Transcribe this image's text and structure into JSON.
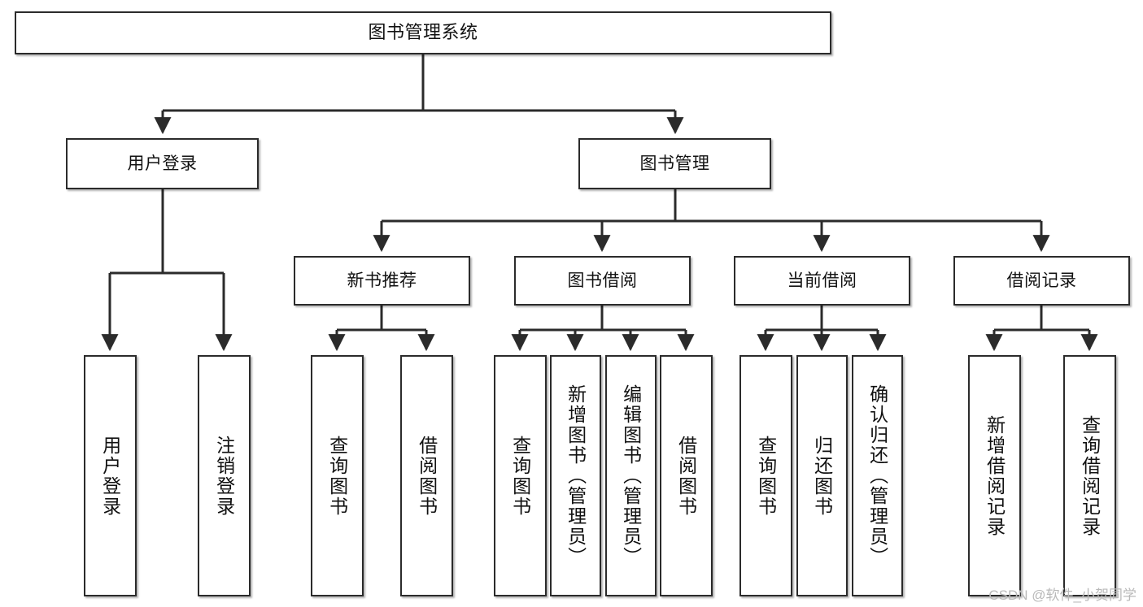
{
  "diagram": {
    "title": "图书管理系统",
    "type": "tree-hierarchy-chart",
    "root": {
      "id": "root",
      "label": "图书管理系统"
    },
    "level2": [
      {
        "id": "user-login",
        "label": "用户登录"
      },
      {
        "id": "book-manage",
        "label": "图书管理"
      }
    ],
    "level3": [
      {
        "id": "new-book-rec",
        "label": "新书推荐"
      },
      {
        "id": "book-borrow",
        "label": "图书借阅"
      },
      {
        "id": "current-borrow",
        "label": "当前借阅"
      },
      {
        "id": "borrow-record",
        "label": "借阅记录"
      }
    ],
    "leaves": {
      "user_login": [
        {
          "id": "leaf-user-login",
          "label": "用户登录"
        },
        {
          "id": "leaf-logout",
          "label": "注销登录"
        }
      ],
      "new_book_rec": [
        {
          "id": "leaf-query-book-1",
          "label": "查询图书"
        },
        {
          "id": "leaf-borrow-book-1",
          "label": "借阅图书"
        }
      ],
      "book_borrow": [
        {
          "id": "leaf-query-book-2",
          "label": "查询图书"
        },
        {
          "id": "leaf-add-book",
          "label": "新增图书（管理员）"
        },
        {
          "id": "leaf-edit-book",
          "label": "编辑图书（管理员）"
        },
        {
          "id": "leaf-borrow-book-2",
          "label": "借阅图书"
        }
      ],
      "current_borrow": [
        {
          "id": "leaf-query-book-3",
          "label": "查询图书"
        },
        {
          "id": "leaf-return-book",
          "label": "归还图书"
        },
        {
          "id": "leaf-confirm-return",
          "label": "确认归还（管理员）"
        }
      ],
      "borrow_record": [
        {
          "id": "leaf-add-record",
          "label": "新增借阅记录"
        },
        {
          "id": "leaf-query-record",
          "label": "查询借阅记录"
        }
      ]
    }
  },
  "watermark": {
    "text": "CSDN @软件_小贺同学"
  },
  "colors": {
    "box_border": "#2b2b2b",
    "box_fill": "#ffffff",
    "line": "#2b2b2b",
    "text": "#111111",
    "watermark": "#b9b9b9",
    "background": "#ffffff"
  }
}
